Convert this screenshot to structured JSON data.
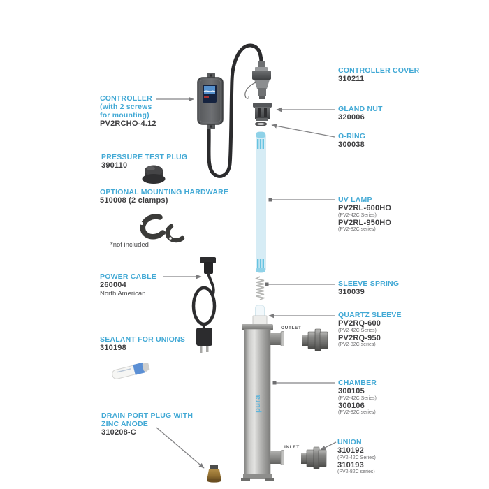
{
  "colors": {
    "accent": "#42A9D5",
    "part_number": "#3F3F41",
    "series_text": "#6E6E70",
    "leader_line": "#848486",
    "lamp_blue": "#D6ECF5",
    "chamber_steel": "#B8B8B6",
    "brass": "#9C7A3A"
  },
  "callouts": {
    "controller": {
      "title": "CONTROLLER",
      "sub1": "(with 2 screws",
      "sub2": "for mounting)",
      "part": "PV2RCHO-4.12"
    },
    "pressure_test_plug": {
      "title": "PRESSURE TEST PLUG",
      "part": "390110"
    },
    "mounting_hardware": {
      "title": "OPTIONAL MOUNTING HARDWARE",
      "part": "510008 (2 clamps)",
      "note": "*not included"
    },
    "power_cable": {
      "title": "POWER CABLE",
      "part": "260004",
      "note": "North American"
    },
    "sealant": {
      "title": "SEALANT FOR UNIONS",
      "part": "310198"
    },
    "drain_plug": {
      "title1": "DRAIN PORT PLUG WITH",
      "title2": "ZINC ANODE",
      "part": "310208-C"
    },
    "controller_cover": {
      "title": "CONTROLLER COVER",
      "part": "310211"
    },
    "gland_nut": {
      "title": "GLAND NUT",
      "part": "320006"
    },
    "o_ring": {
      "title": "O-RING",
      "part": "300038"
    },
    "uv_lamp": {
      "title": "UV LAMP",
      "part1": "PV2RL-600HO",
      "series1": "(PV2-42C Series)",
      "part2": "PV2RL-950HO",
      "series2": "(PV2-82C series)"
    },
    "sleeve_spring": {
      "title": "SLEEVE SPRING",
      "part": "310039"
    },
    "quartz_sleeve": {
      "title": "QUARTZ SLEEVE",
      "part1": "PV2RQ-600",
      "series1": "(PV2-42C Series)",
      "part2": "PV2RQ-950",
      "series2": "(PV2-82C series)"
    },
    "chamber": {
      "title": "CHAMBER",
      "part1": "300105",
      "series1": "(PV2-42C Series)",
      "part2": "300106",
      "series2": "(PV2-82C series)"
    },
    "union": {
      "title": "UNION",
      "part1": "310192",
      "series1": "(PV2-42C Series)",
      "part2": "310193",
      "series2": "(PV2-82C series)"
    }
  },
  "diagram": {
    "outlet_label": "OUTLET",
    "inlet_label": "INLET",
    "chamber_logo": "pura"
  }
}
